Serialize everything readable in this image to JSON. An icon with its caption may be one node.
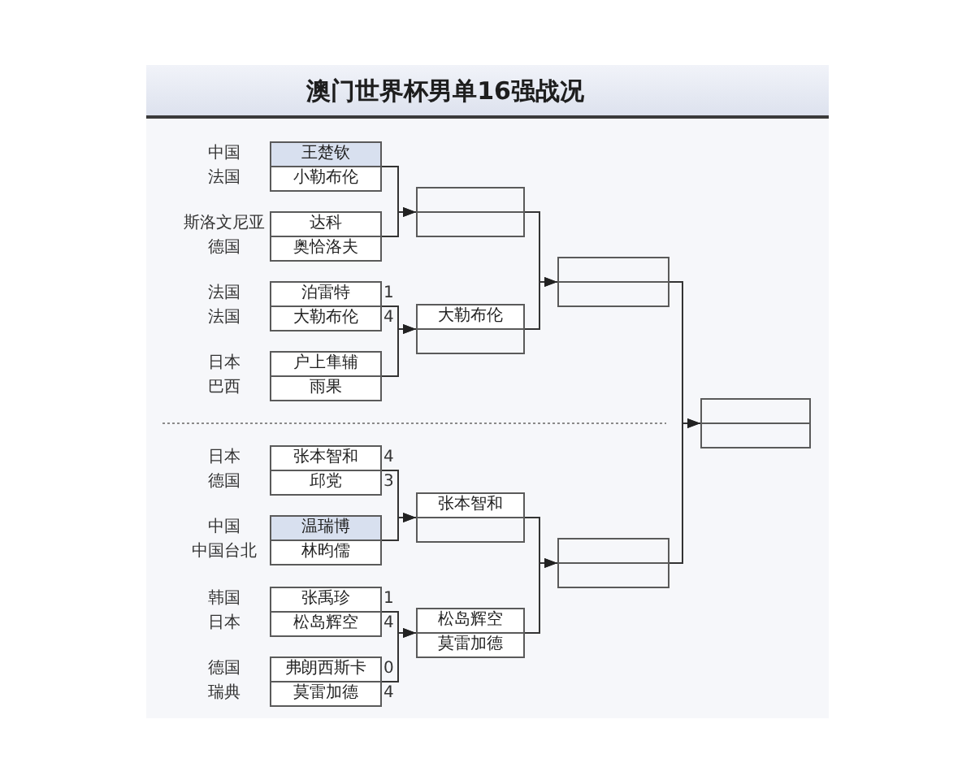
{
  "diagram": {
    "title": "澳门世界杯男单16强战况",
    "nodes": [
      {
        "text": [],
        "shape": "box"
      },
      {
        "text": [
          "王楚钦"
        ],
        "beside": [
          "中国"
        ],
        "in": 0
      },
      {
        "text": [
          "小勒布伦"
        ],
        "beside": [
          "法国"
        ],
        "in": 0
      },
      {
        "text": [],
        "shape": "box"
      },
      {
        "text": [
          "达科"
        ],
        "beside": [
          "斯洛文尼亚"
        ],
        "in": 3
      },
      {
        "text": [
          "奥恰洛夫"
        ],
        "beside": [
          "德国"
        ],
        "in": 3
      },
      {
        "text": [],
        "shape": "box"
      },
      {
        "text": [
          "泊雷特"
        ],
        "beside": [
          "法国",
          "1"
        ],
        "in": 6
      },
      {
        "text": [
          "大勒布伦"
        ],
        "beside": [
          "法国",
          "4"
        ],
        "in": 6
      },
      {
        "text": [],
        "shape": "box"
      },
      {
        "text": [
          "户上隼辅"
        ],
        "beside": [
          "日本"
        ],
        "in": 9
      },
      {
        "text": [
          "雨果"
        ],
        "beside": [
          "巴西"
        ],
        "in": 9
      },
      {
        "text": [],
        "shape": "box"
      },
      {
        "text": [
          "张本智和"
        ],
        "beside": [
          "日本",
          "4"
        ],
        "in": 12
      },
      {
        "text": [
          "邱党"
        ],
        "beside": [
          "德国",
          "3"
        ],
        "in": 12
      },
      {
        "text": [],
        "shape": "box"
      },
      {
        "text": [
          "温瑞博"
        ],
        "beside": [
          "中国"
        ],
        "in": 15
      },
      {
        "text": [
          "林昀儒"
        ],
        "beside": [
          "中国台北"
        ],
        "in": 15
      },
      {
        "text": [],
        "shape": "box"
      },
      {
        "text": [
          "张禹珍"
        ],
        "beside": [
          "韩国",
          "1"
        ],
        "in": 18
      },
      {
        "text": [
          "松岛辉空"
        ],
        "beside": [
          "日本",
          "4"
        ],
        "in": 18
      },
      {
        "text": [],
        "shape": "box"
      },
      {
        "text": [
          "弗朗西斯卡"
        ],
        "beside": [
          "德国",
          "0"
        ],
        "in": 21
      },
      {
        "text": [
          "莫雷加德"
        ],
        "beside": [
          "瑞典",
          "4"
        ],
        "in": 21
      },
      {
        "text": [],
        "shape": "box"
      },
      {
        "text": [
          "大勒布伦"
        ]
      },
      {
        "text": [
          "张本智和"
        ]
      },
      {
        "text": [
          "松岛辉空",
          "莫雷加德"
        ]
      },
      {
        "text": [],
        "shape": "box"
      },
      {
        "text": [],
        "shape": "box"
      },
      {
        "text": [],
        "shape": "box"
      }
    ],
    "edges": [
      {
        "from": 0,
        "to": 24,
        "arrow": "to"
      },
      {
        "from": 3,
        "to": 24,
        "arrow": "to"
      },
      {
        "from": 6,
        "to": 25,
        "arrow": "to"
      },
      {
        "from": 9,
        "to": 25,
        "arrow": "to"
      },
      {
        "from": 12,
        "to": 26,
        "arrow": "to"
      },
      {
        "from": 15,
        "to": 26,
        "arrow": "to"
      },
      {
        "from": 18,
        "to": 27,
        "arrow": "to"
      },
      {
        "from": 21,
        "to": 27,
        "arrow": "to"
      },
      {
        "from": 24,
        "to": 28,
        "arrow": "to"
      },
      {
        "from": 25,
        "to": 28,
        "arrow": "to"
      },
      {
        "from": 26,
        "to": 29,
        "arrow": "to"
      },
      {
        "from": 27,
        "to": 29,
        "arrow": "to"
      },
      {
        "from": 28,
        "to": 30,
        "arrow": "to"
      },
      {
        "from": 29,
        "to": 30,
        "arrow": "to"
      }
    ]
  }
}
